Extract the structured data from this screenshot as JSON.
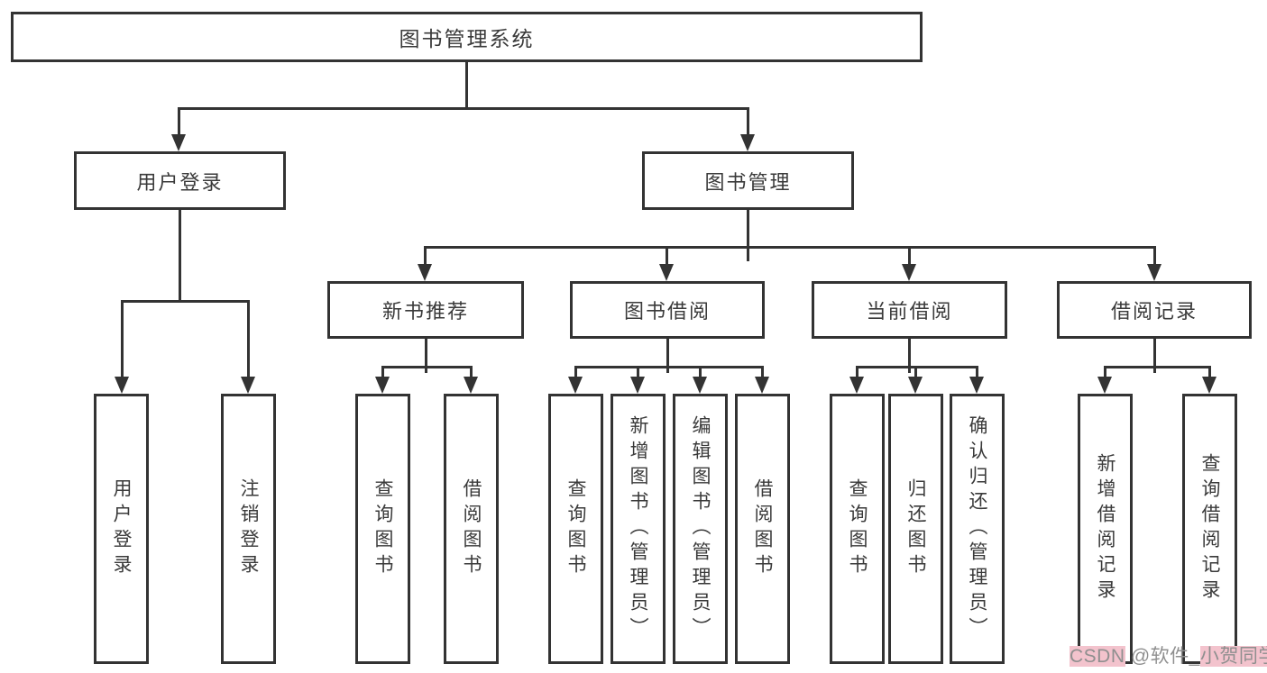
{
  "diagram_title": "图书管理系统",
  "tree": {
    "root": {
      "label": "图书管理系统"
    },
    "branches": [
      {
        "label": "用户登录",
        "children": [
          {
            "label": "用户登录"
          },
          {
            "label": "注销登录"
          }
        ]
      },
      {
        "label": "图书管理",
        "children": [
          {
            "label": "新书推荐",
            "children": [
              {
                "label": "查询图书"
              },
              {
                "label": "借阅图书"
              }
            ]
          },
          {
            "label": "图书借阅",
            "children": [
              {
                "label": "查询图书"
              },
              {
                "label": "新增图书（管理员）"
              },
              {
                "label": "编辑图书（管理员）"
              },
              {
                "label": "借阅图书"
              }
            ]
          },
          {
            "label": "当前借阅",
            "children": [
              {
                "label": "查询图书"
              },
              {
                "label": "归还图书"
              },
              {
                "label": "确认归还（管理员）"
              }
            ]
          },
          {
            "label": "借阅记录",
            "children": [
              {
                "label": "新增借阅记录"
              },
              {
                "label": "查询借阅记录"
              }
            ]
          }
        ]
      }
    ]
  },
  "watermark": {
    "segments": [
      {
        "text": "CSDN"
      },
      {
        "text": " @软件_"
      },
      {
        "text": "小贺同学"
      }
    ]
  },
  "colors": {
    "line": "#333333",
    "node_text": "#3a3a3a",
    "background": "#ffffff",
    "watermark_text": "#8f8f8f",
    "watermark_highlight": "#f3c3cd"
  }
}
